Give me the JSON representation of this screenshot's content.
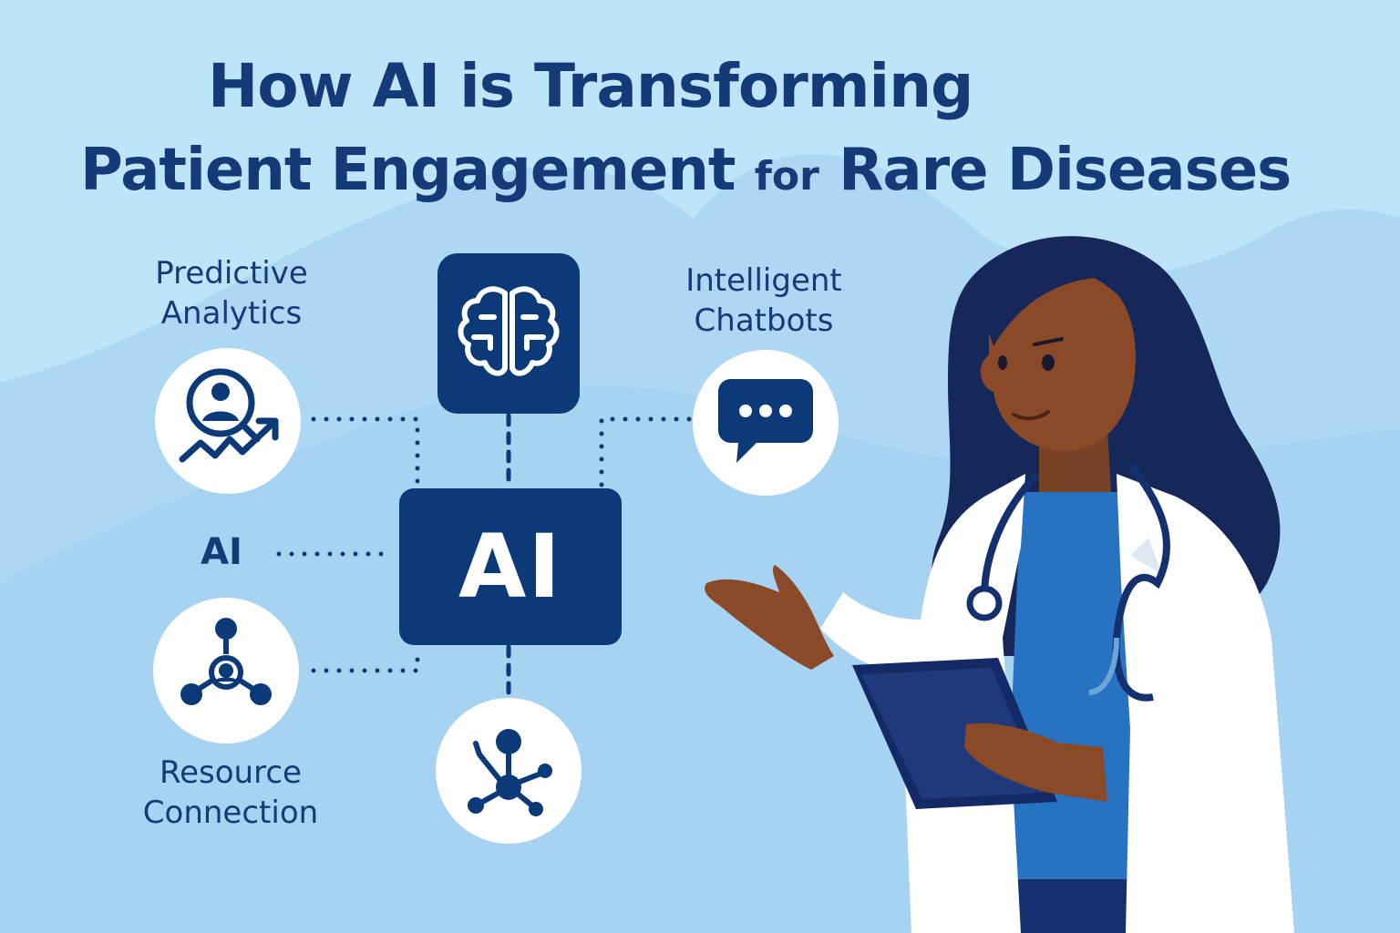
{
  "title": {
    "line1": "How AI is Transforming",
    "line2_start": "Patient Engagement",
    "line2_for": "for",
    "line2_end": "Rare Diseases"
  },
  "labels": {
    "predictive_line1": "Predictive",
    "predictive_line2": "Analytics",
    "chatbots_line1": "Intelligent",
    "chatbots_line2": "Chatbots",
    "ai_side": "AI",
    "resource_line1": "Resource",
    "resource_line2": "Connection"
  },
  "center": {
    "label": "AI"
  },
  "icons": [
    "brain-icon",
    "analytics-icon",
    "chat-bubble-icon",
    "hub-icon",
    "network-icon"
  ],
  "colors": {
    "background": "#bfe3f8",
    "navy": "#0c3a78",
    "title": "#143a78",
    "white": "#ffffff"
  }
}
